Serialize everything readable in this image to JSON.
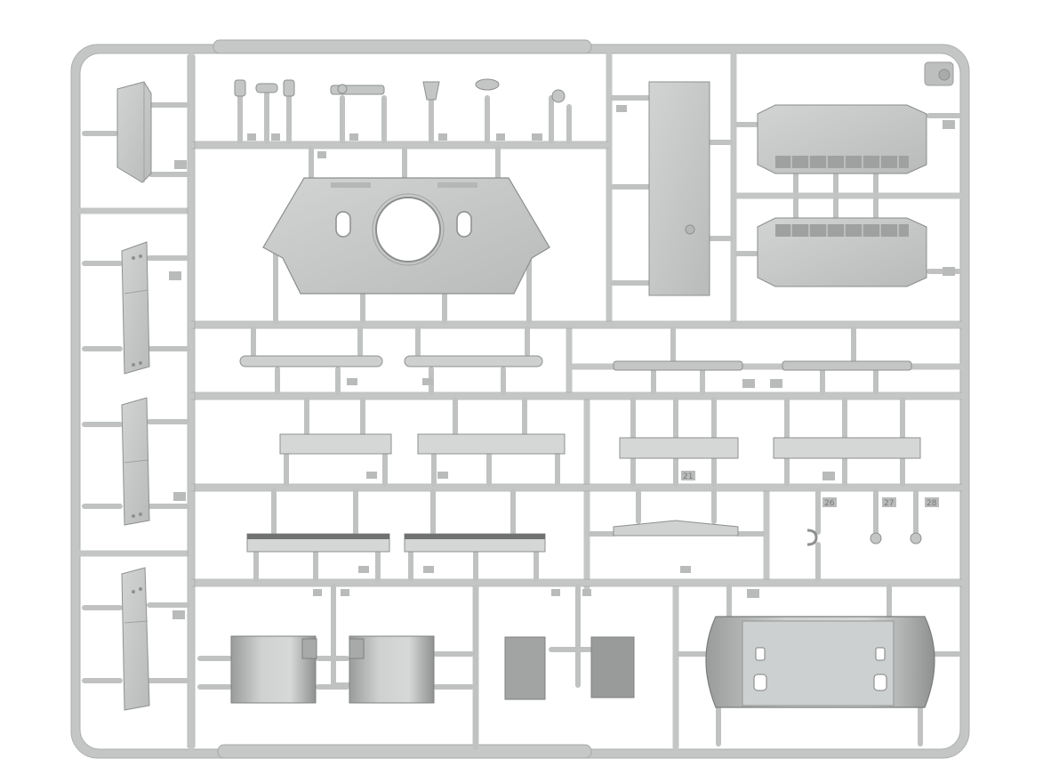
{
  "colors": {
    "background": "#ffffff",
    "runner": "#c9cbcb",
    "runner_edge": "#a9abab",
    "part": "#cfd1d1",
    "part_dark": "#9d9f9f",
    "part_shadow": "#8e9090",
    "tag": "#b5b7b7"
  },
  "part_numbers": {
    "n21": "21",
    "n26": "26",
    "n27": "27",
    "n28": "28"
  }
}
